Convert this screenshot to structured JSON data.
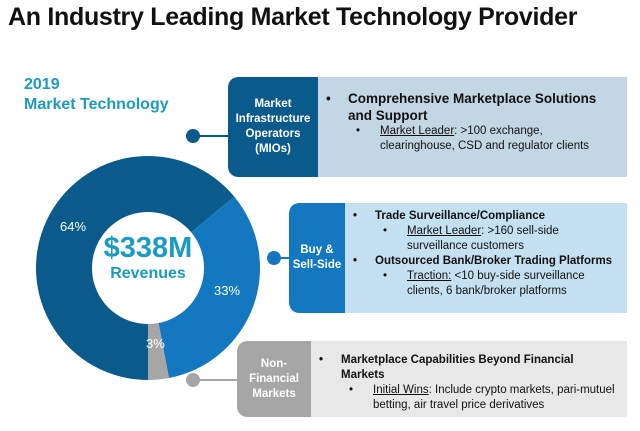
{
  "title": "An Industry Leading Market Technology Provider",
  "subtitle": {
    "year": "2019",
    "name": "Market Technology"
  },
  "center": {
    "value": "$338M",
    "label": "Revenues"
  },
  "chart_data": {
    "type": "pie",
    "title": "2019 Market Technology",
    "categories": [
      "Market Infrastructure Operators (MIOs)",
      "Buy & Sell-Side",
      "Non-Financial Markets"
    ],
    "values": [
      64,
      33,
      3
    ],
    "labels": [
      "64%",
      "33%",
      "3%"
    ],
    "colors": [
      "#0b5a8c",
      "#1478c0",
      "#a6a6a6"
    ],
    "total": "$338M Revenues"
  },
  "callouts": [
    {
      "label": "Market Infrastructure Operators (MIOs)",
      "items": [
        {
          "head": "Comprehensive Marketplace Solutions and Support",
          "subs": [
            {
              "key": "Market Leader",
              "rest": ":  >100 exchange, clearinghouse, CSD and regulator clients"
            }
          ]
        }
      ]
    },
    {
      "label": "Buy & Sell-Side",
      "items": [
        {
          "head": "Trade Surveillance/Compliance",
          "subs": [
            {
              "key": "Market Leader",
              "rest": ":  >160 sell-side surveillance customers"
            }
          ]
        },
        {
          "head": "Outsourced Bank/Broker Trading Platforms",
          "subs": [
            {
              "key": "Traction:",
              "rest": " <10 buy-side surveillance clients, 6 bank/broker platforms"
            }
          ]
        }
      ]
    },
    {
      "label": "Non-Financial Markets",
      "items": [
        {
          "head": "Marketplace Capabilities Beyond Financial Markets",
          "subs": [
            {
              "key": "Initial Wins",
              "rest": ": Include crypto markets, pari-mutuel betting, air travel price derivatives"
            }
          ]
        }
      ]
    }
  ],
  "bullet": "•"
}
